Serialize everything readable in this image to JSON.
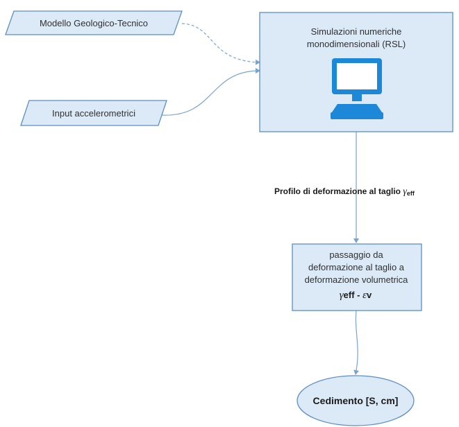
{
  "nodes": {
    "geo_model": {
      "label": "Modello Geologico-Tecnico"
    },
    "accel_input": {
      "label": "Input accelerometrici"
    },
    "simulation": {
      "label_line1": "Simulazioni numeriche",
      "label_line2": "monodimensionali (RSL)",
      "icon": "computer-monitor-icon"
    },
    "conversion": {
      "label_line1": "passaggio da",
      "label_line2": "deformazione al taglio a",
      "label_line3": "deformazione volumetrica",
      "formula_gamma": "γ",
      "formula_eff": "eff",
      "formula_dash": " - ",
      "formula_epsilon": "ε",
      "formula_v": "v"
    },
    "result": {
      "label": "Cedimento [S, cm]"
    }
  },
  "edges": {
    "strain_profile": {
      "label": "Profilo di deformazione al taglio ",
      "symbol": "γ",
      "subscript": "eff"
    }
  },
  "colors": {
    "node_fill": "#dce9f6",
    "node_stroke": "#5b8ec2",
    "connector": "#7aa4cf",
    "icon": "#1e88d8"
  }
}
